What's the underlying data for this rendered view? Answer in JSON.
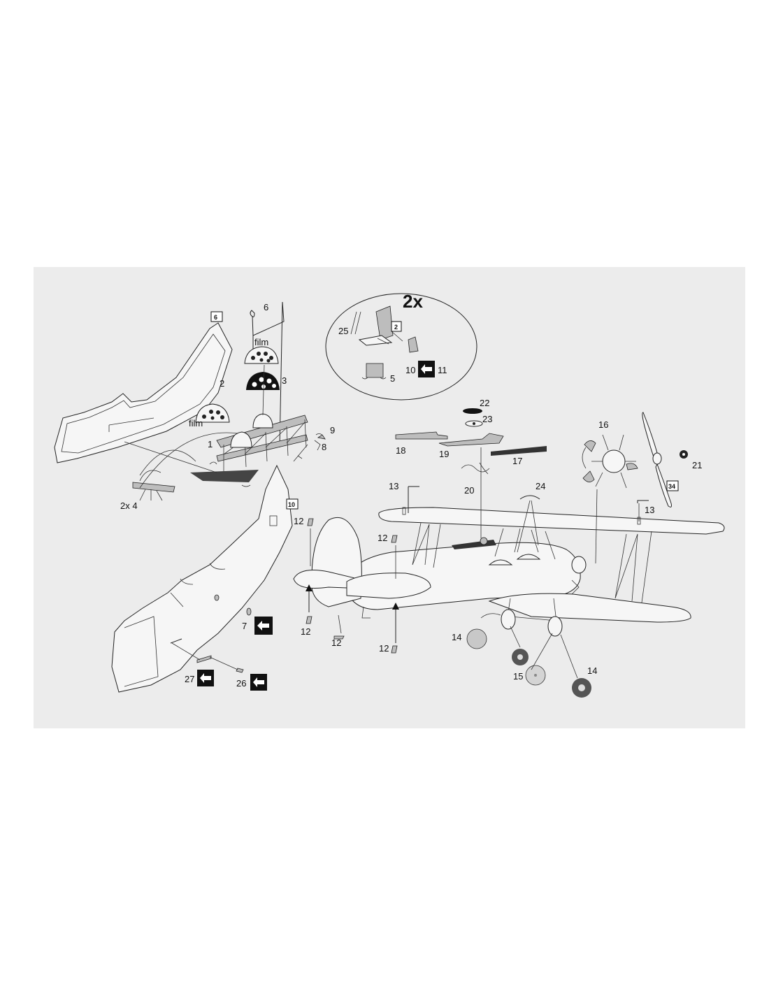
{
  "title": "2x",
  "labels": {
    "p1": "1",
    "p2": "2",
    "p3": "3",
    "p2x4": "2x 4",
    "p5": "5",
    "p6": "6",
    "p7": "7",
    "p8": "8",
    "p9": "9",
    "p10": "10",
    "p11": "11",
    "p12a": "12",
    "p12b": "12",
    "p12c": "12",
    "p12d": "12",
    "p12e": "12",
    "p13a": "13",
    "p13b": "13",
    "p14a": "14",
    "p14b": "14",
    "p15": "15",
    "p16": "16",
    "p17": "17",
    "p18": "18",
    "p19": "19",
    "p20": "20",
    "p21": "21",
    "p22": "22",
    "p23": "23",
    "p24": "24",
    "p25": "25",
    "p26": "26",
    "p27": "27",
    "film1": "film",
    "film2": "film"
  },
  "boxes": {
    "b6": "6",
    "b10": "10",
    "b2": "2",
    "b34": "34"
  },
  "icons": [
    "turn-over-icon"
  ]
}
